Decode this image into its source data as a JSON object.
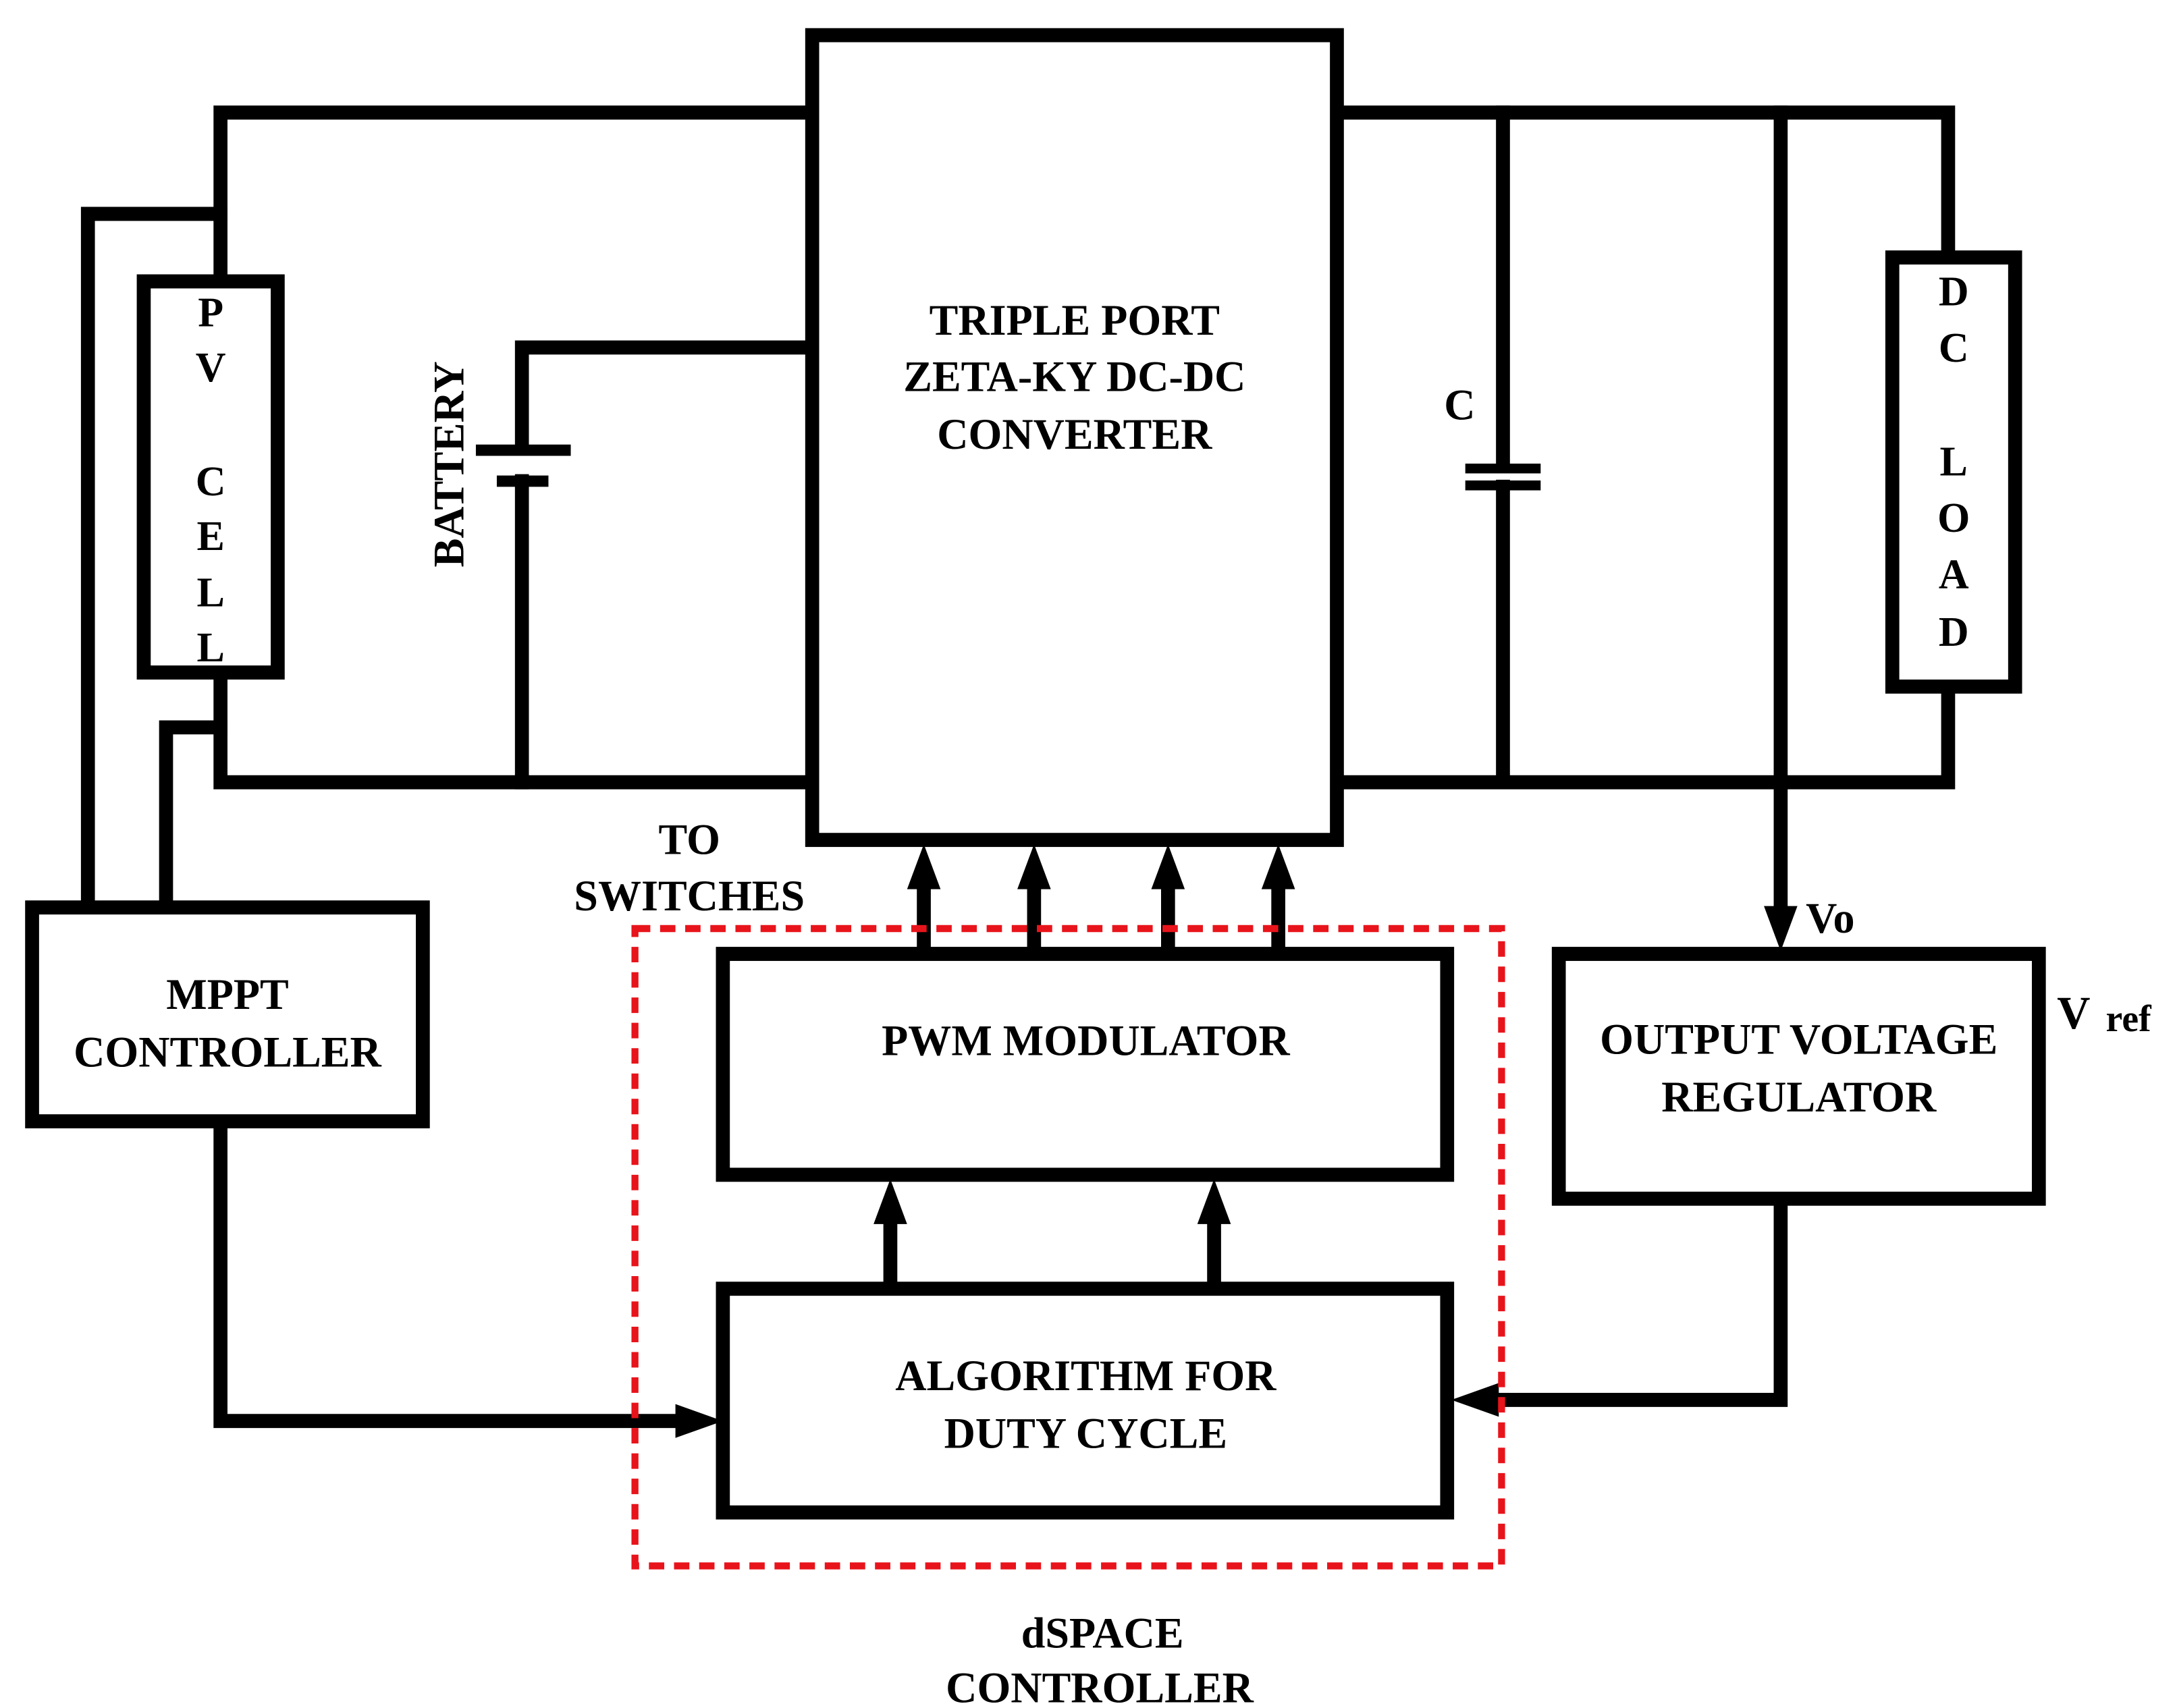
{
  "colors": {
    "line": "#000000",
    "dspace_border": "#e8141b",
    "background": "#ffffff"
  },
  "converter": {
    "lines": [
      "TRIPLE PORT",
      "ZETA-KY DC-DC",
      "CONVERTER"
    ]
  },
  "pv_cell": {
    "letters": [
      "P",
      "V",
      "C",
      "E",
      "L",
      "L"
    ]
  },
  "battery": {
    "label": "BATTERY"
  },
  "capacitor": {
    "label": "C"
  },
  "dc_load": {
    "letters": [
      "D",
      "C",
      "L",
      "O",
      "A",
      "D"
    ]
  },
  "mppt": {
    "lines": [
      "MPPT",
      "CONTROLLER"
    ]
  },
  "to_switches": {
    "lines": [
      "TO",
      "SWITCHES"
    ]
  },
  "pwm": {
    "label": "PWM MODULATOR"
  },
  "algorithm": {
    "lines": [
      "ALGORITHM FOR",
      "DUTY CYCLE"
    ]
  },
  "regulator": {
    "lines": [
      "OUTPUT VOLTAGE",
      "REGULATOR"
    ]
  },
  "vo": {
    "label": "Vo"
  },
  "vref": {
    "main": "V",
    "sub": "ref"
  },
  "dspace": {
    "lines": [
      "dSPACE",
      "CONTROLLER"
    ]
  }
}
